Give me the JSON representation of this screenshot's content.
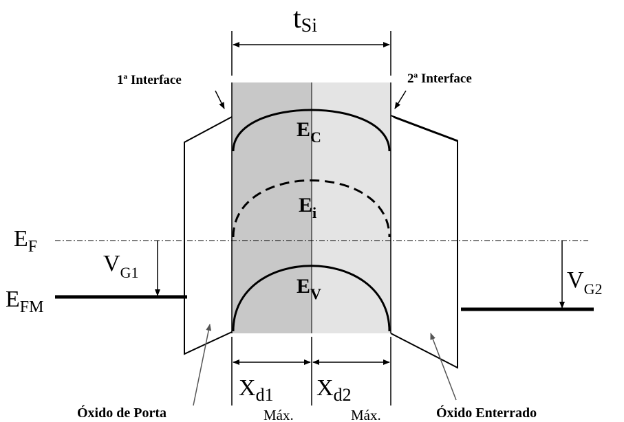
{
  "labels": {
    "tsi_main": "t",
    "tsi_sub": "Si",
    "interface1": "1ª Interface",
    "interface2": "2ª Interface",
    "ec_main": "E",
    "ec_sub": "C",
    "ei_main": "E",
    "ei_sub": "i",
    "ev_main": "E",
    "ev_sub": "V",
    "ef_main": "E",
    "ef_sub": "F",
    "efm_main": "E",
    "efm_sub": "FM",
    "vg1_main": "V",
    "vg1_sub": "G1",
    "vg2_main": "V",
    "vg2_sub": "G2",
    "xd1_main": "X",
    "xd1_sub": "d1",
    "xd2_main": "X",
    "xd2_sub": "d2",
    "max1": "Máx.",
    "max2": "Máx.",
    "gate_oxide": "Óxido de Porta",
    "buried_oxide": "Óxido Enterrado"
  },
  "colors": {
    "region_left": "#c8c8c8",
    "region_right": "#e4e4e4",
    "line": "#000000",
    "arrow_gray": "#555555"
  }
}
